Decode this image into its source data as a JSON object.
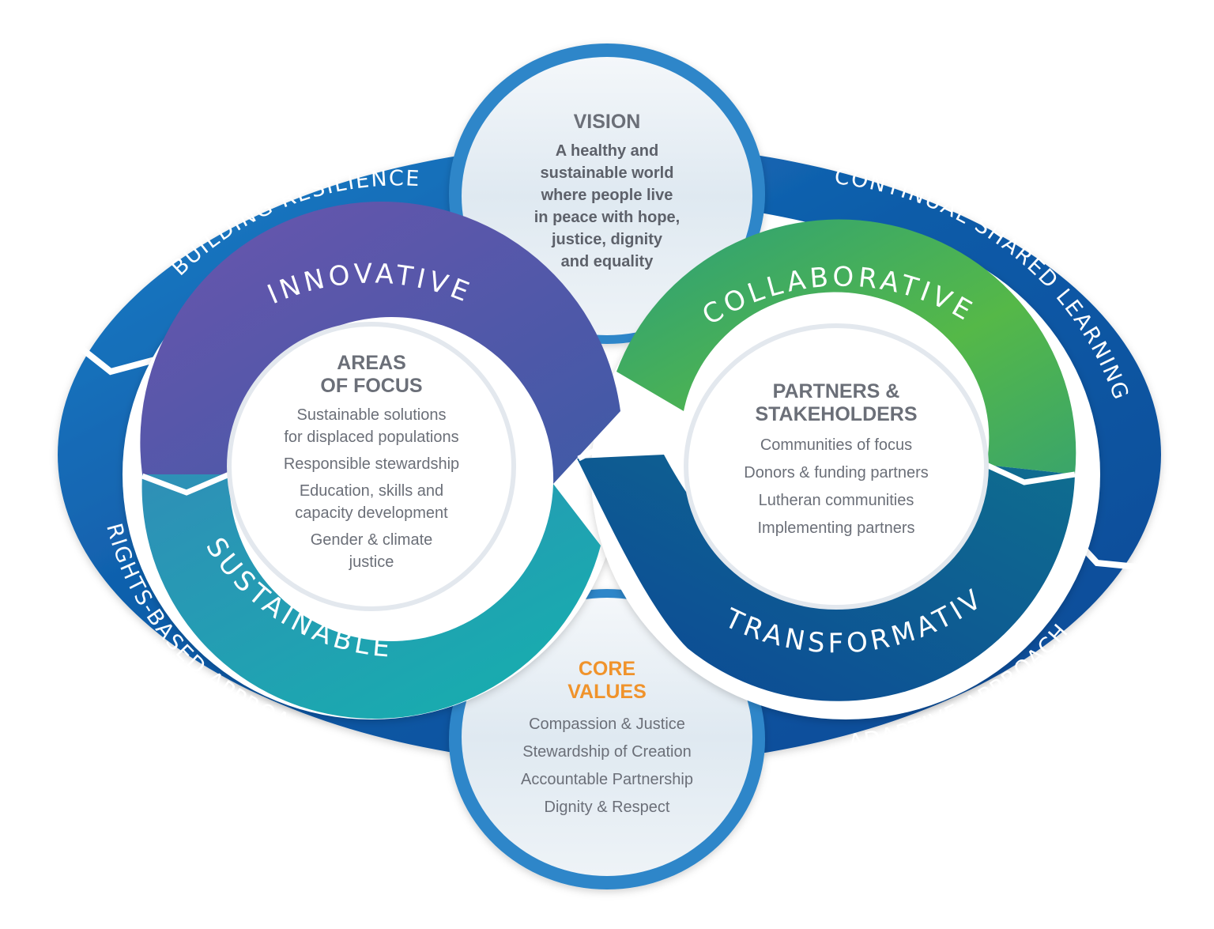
{
  "outer_ring": {
    "labels": {
      "building_resilience": "BUILDING RESILIENCE",
      "continual_shared_learning": "CONTINUAL SHARED LEARNING",
      "rights_based_approach": "RIGHTS-BASED APPROACH",
      "adaptive_approach": "ADAPTIVE APPROACH"
    }
  },
  "infinity": {
    "innovative": "INNOVATIVE",
    "collaborative": "COLLABORATIVE",
    "sustainable": "SUSTAINABLE",
    "transformative": "TRANSFORMATIVE"
  },
  "vision": {
    "title": "VISION",
    "lines": [
      "A healthy and",
      "sustainable world",
      "where people live",
      "in peace with hope,",
      "justice, dignity",
      "and equality"
    ]
  },
  "areas_of_focus": {
    "title_line1": "AREAS",
    "title_line2": "OF FOCUS",
    "items": [
      [
        "Sustainable solutions",
        "for displaced populations"
      ],
      [
        "Responsible stewardship"
      ],
      [
        "Education, skills and",
        "capacity development"
      ],
      [
        "Gender & climate",
        "justice"
      ]
    ]
  },
  "partners": {
    "title_line1": "PARTNERS &",
    "title_line2": "STAKEHOLDERS",
    "items": [
      "Communities of focus",
      "Donors & funding partners",
      "Lutheran communities",
      "Implementing partners"
    ]
  },
  "core_values": {
    "title_line1": "CORE",
    "title_line2": "VALUES",
    "items": [
      "Compassion & Justice",
      "Stewardship of Creation",
      "Accountable Partnership",
      "Dignity & Respect"
    ]
  },
  "colors": {
    "outer_dark": "#0b4f9e",
    "outer_light": "#1f7fc8",
    "innovative": "#5b4ea6",
    "collaborative": "#54b848",
    "sustainable": "#16a8ad",
    "transformative": "#0e4c99",
    "orange": "#f0932b"
  }
}
